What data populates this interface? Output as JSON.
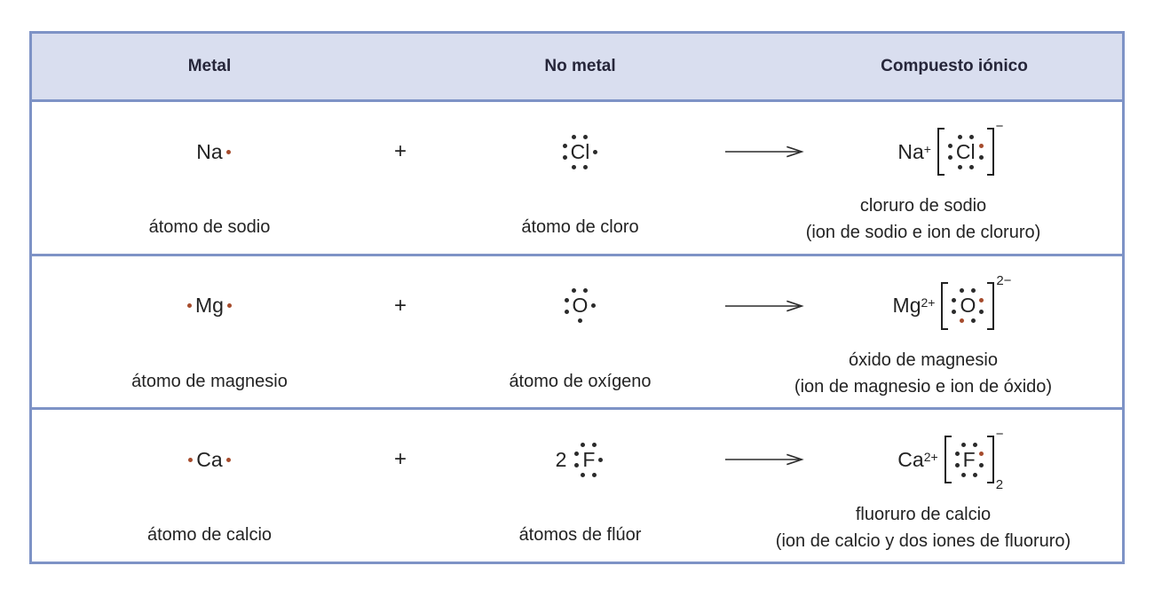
{
  "header": {
    "metal": "Metal",
    "no_metal": "No metal",
    "compuesto": "Compuesto iónico"
  },
  "colors": {
    "header_bg": "#d9deef",
    "border": "#7e93c6",
    "dot_black": "#2b2b2b",
    "dot_red": "#a64c2d",
    "arrow": "#2b2b2b"
  },
  "rows": [
    {
      "metal": {
        "symbol": "Na",
        "dots": [
          {
            "pos": "right-middle",
            "color": "red"
          }
        ]
      },
      "plus": "+",
      "nonmetal": {
        "coefficient": "",
        "symbol": "Cl",
        "dots": [
          {
            "pos": "top-left",
            "color": "black"
          },
          {
            "pos": "top-right",
            "color": "black"
          },
          {
            "pos": "left-top",
            "color": "black"
          },
          {
            "pos": "left-bottom",
            "color": "black"
          },
          {
            "pos": "bottom-left",
            "color": "black"
          },
          {
            "pos": "bottom-right",
            "color": "black"
          },
          {
            "pos": "right-middle",
            "color": "black"
          }
        ]
      },
      "product": {
        "cation": "Na",
        "cation_charge": "+",
        "anion": {
          "symbol": "Cl",
          "dots": [
            {
              "pos": "top-left",
              "color": "black"
            },
            {
              "pos": "top-right",
              "color": "black"
            },
            {
              "pos": "left-top",
              "color": "black"
            },
            {
              "pos": "left-bottom",
              "color": "black"
            },
            {
              "pos": "bottom-left",
              "color": "black"
            },
            {
              "pos": "bottom-right",
              "color": "black"
            },
            {
              "pos": "right-top",
              "color": "red"
            },
            {
              "pos": "right-bottom",
              "color": "black"
            }
          ]
        },
        "charge": "−",
        "subscript": ""
      },
      "labels": {
        "metal": "átomo de sodio",
        "nonmetal": "átomo de cloro",
        "product_name": "cloruro de sodio",
        "product_detail": "(ion de sodio e ion de cloruro)"
      }
    },
    {
      "metal": {
        "symbol": "Mg",
        "dots": [
          {
            "pos": "left-middle",
            "color": "red"
          },
          {
            "pos": "right-middle",
            "color": "red"
          }
        ]
      },
      "plus": "+",
      "nonmetal": {
        "coefficient": "",
        "symbol": "O",
        "dots": [
          {
            "pos": "top-left",
            "color": "black"
          },
          {
            "pos": "top-right",
            "color": "black"
          },
          {
            "pos": "left-top",
            "color": "black"
          },
          {
            "pos": "left-bottom",
            "color": "black"
          },
          {
            "pos": "right-middle",
            "color": "black"
          },
          {
            "pos": "bottom-middle",
            "color": "black"
          }
        ]
      },
      "product": {
        "cation": "Mg",
        "cation_charge": "2+",
        "anion": {
          "symbol": "O",
          "dots": [
            {
              "pos": "top-left",
              "color": "black"
            },
            {
              "pos": "top-right",
              "color": "black"
            },
            {
              "pos": "left-top",
              "color": "black"
            },
            {
              "pos": "left-bottom",
              "color": "black"
            },
            {
              "pos": "right-top",
              "color": "red"
            },
            {
              "pos": "right-bottom",
              "color": "black"
            },
            {
              "pos": "bottom-left",
              "color": "red"
            },
            {
              "pos": "bottom-right",
              "color": "black"
            }
          ]
        },
        "charge": "2−",
        "subscript": ""
      },
      "labels": {
        "metal": "átomo de magnesio",
        "nonmetal": "átomo de oxígeno",
        "product_name": "óxido de magnesio",
        "product_detail": "(ion de magnesio e ion de óxido)"
      }
    },
    {
      "metal": {
        "symbol": "Ca",
        "dots": [
          {
            "pos": "left-middle",
            "color": "red"
          },
          {
            "pos": "right-middle",
            "color": "red"
          }
        ]
      },
      "plus": "+",
      "nonmetal": {
        "coefficient": "2",
        "symbol": "F",
        "dots": [
          {
            "pos": "top-left",
            "color": "black"
          },
          {
            "pos": "top-right",
            "color": "black"
          },
          {
            "pos": "left-top",
            "color": "black"
          },
          {
            "pos": "left-bottom",
            "color": "black"
          },
          {
            "pos": "bottom-left",
            "color": "black"
          },
          {
            "pos": "bottom-right",
            "color": "black"
          },
          {
            "pos": "right-middle",
            "color": "black"
          }
        ]
      },
      "product": {
        "cation": "Ca",
        "cation_charge": "2+",
        "anion": {
          "symbol": "F",
          "dots": [
            {
              "pos": "top-left",
              "color": "black"
            },
            {
              "pos": "top-right",
              "color": "black"
            },
            {
              "pos": "left-top",
              "color": "black"
            },
            {
              "pos": "left-bottom",
              "color": "black"
            },
            {
              "pos": "bottom-left",
              "color": "black"
            },
            {
              "pos": "bottom-right",
              "color": "black"
            },
            {
              "pos": "right-top",
              "color": "red"
            },
            {
              "pos": "right-bottom",
              "color": "black"
            }
          ]
        },
        "charge": "−",
        "subscript": "2"
      },
      "labels": {
        "metal": "átomo de calcio",
        "nonmetal": "átomos de flúor",
        "product_name": "fluoruro de calcio",
        "product_detail": "(ion de calcio y dos iones de fluoruro)"
      }
    }
  ]
}
